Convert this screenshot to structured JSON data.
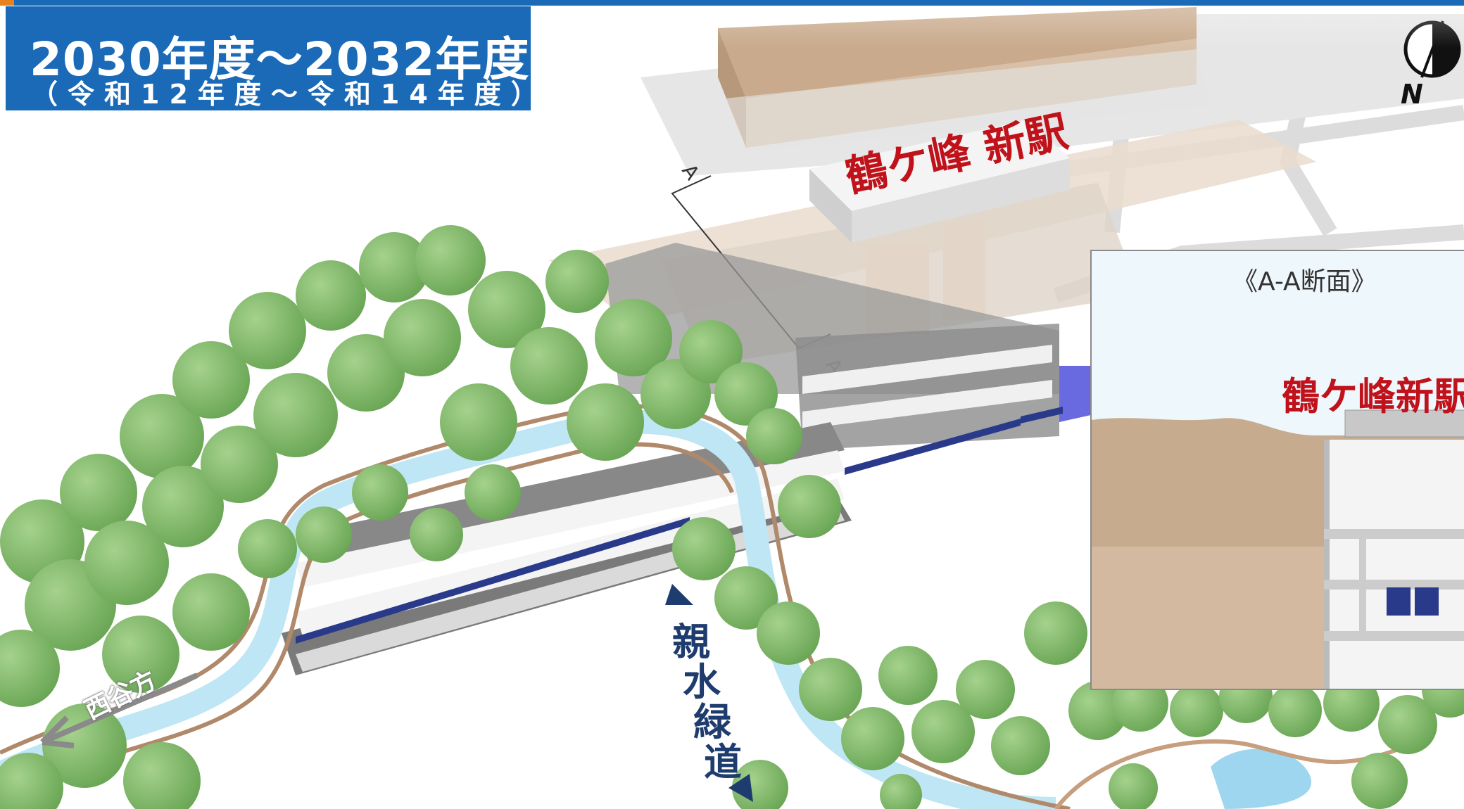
{
  "title": {
    "main": "2030年度～2032年度",
    "sub": "（令和12年度～令和14年度）"
  },
  "station_label": "鶴ケ峰 新駅",
  "section_markers": [
    "A",
    "A"
  ],
  "inset": {
    "title": "《A-A断面》",
    "station_label": "鶴ケ峰新駅"
  },
  "riverside_path": {
    "chars": [
      "親",
      "水",
      "緑",
      "道"
    ]
  },
  "westward_label": "西谷方",
  "compass": {
    "label": "N"
  },
  "colors": {
    "title_bg": "#1a6ab8",
    "station_red": "#c0121b",
    "river": "#bfe6f4",
    "tree": "#7cb464",
    "path_navy": "#1f3c6e"
  }
}
